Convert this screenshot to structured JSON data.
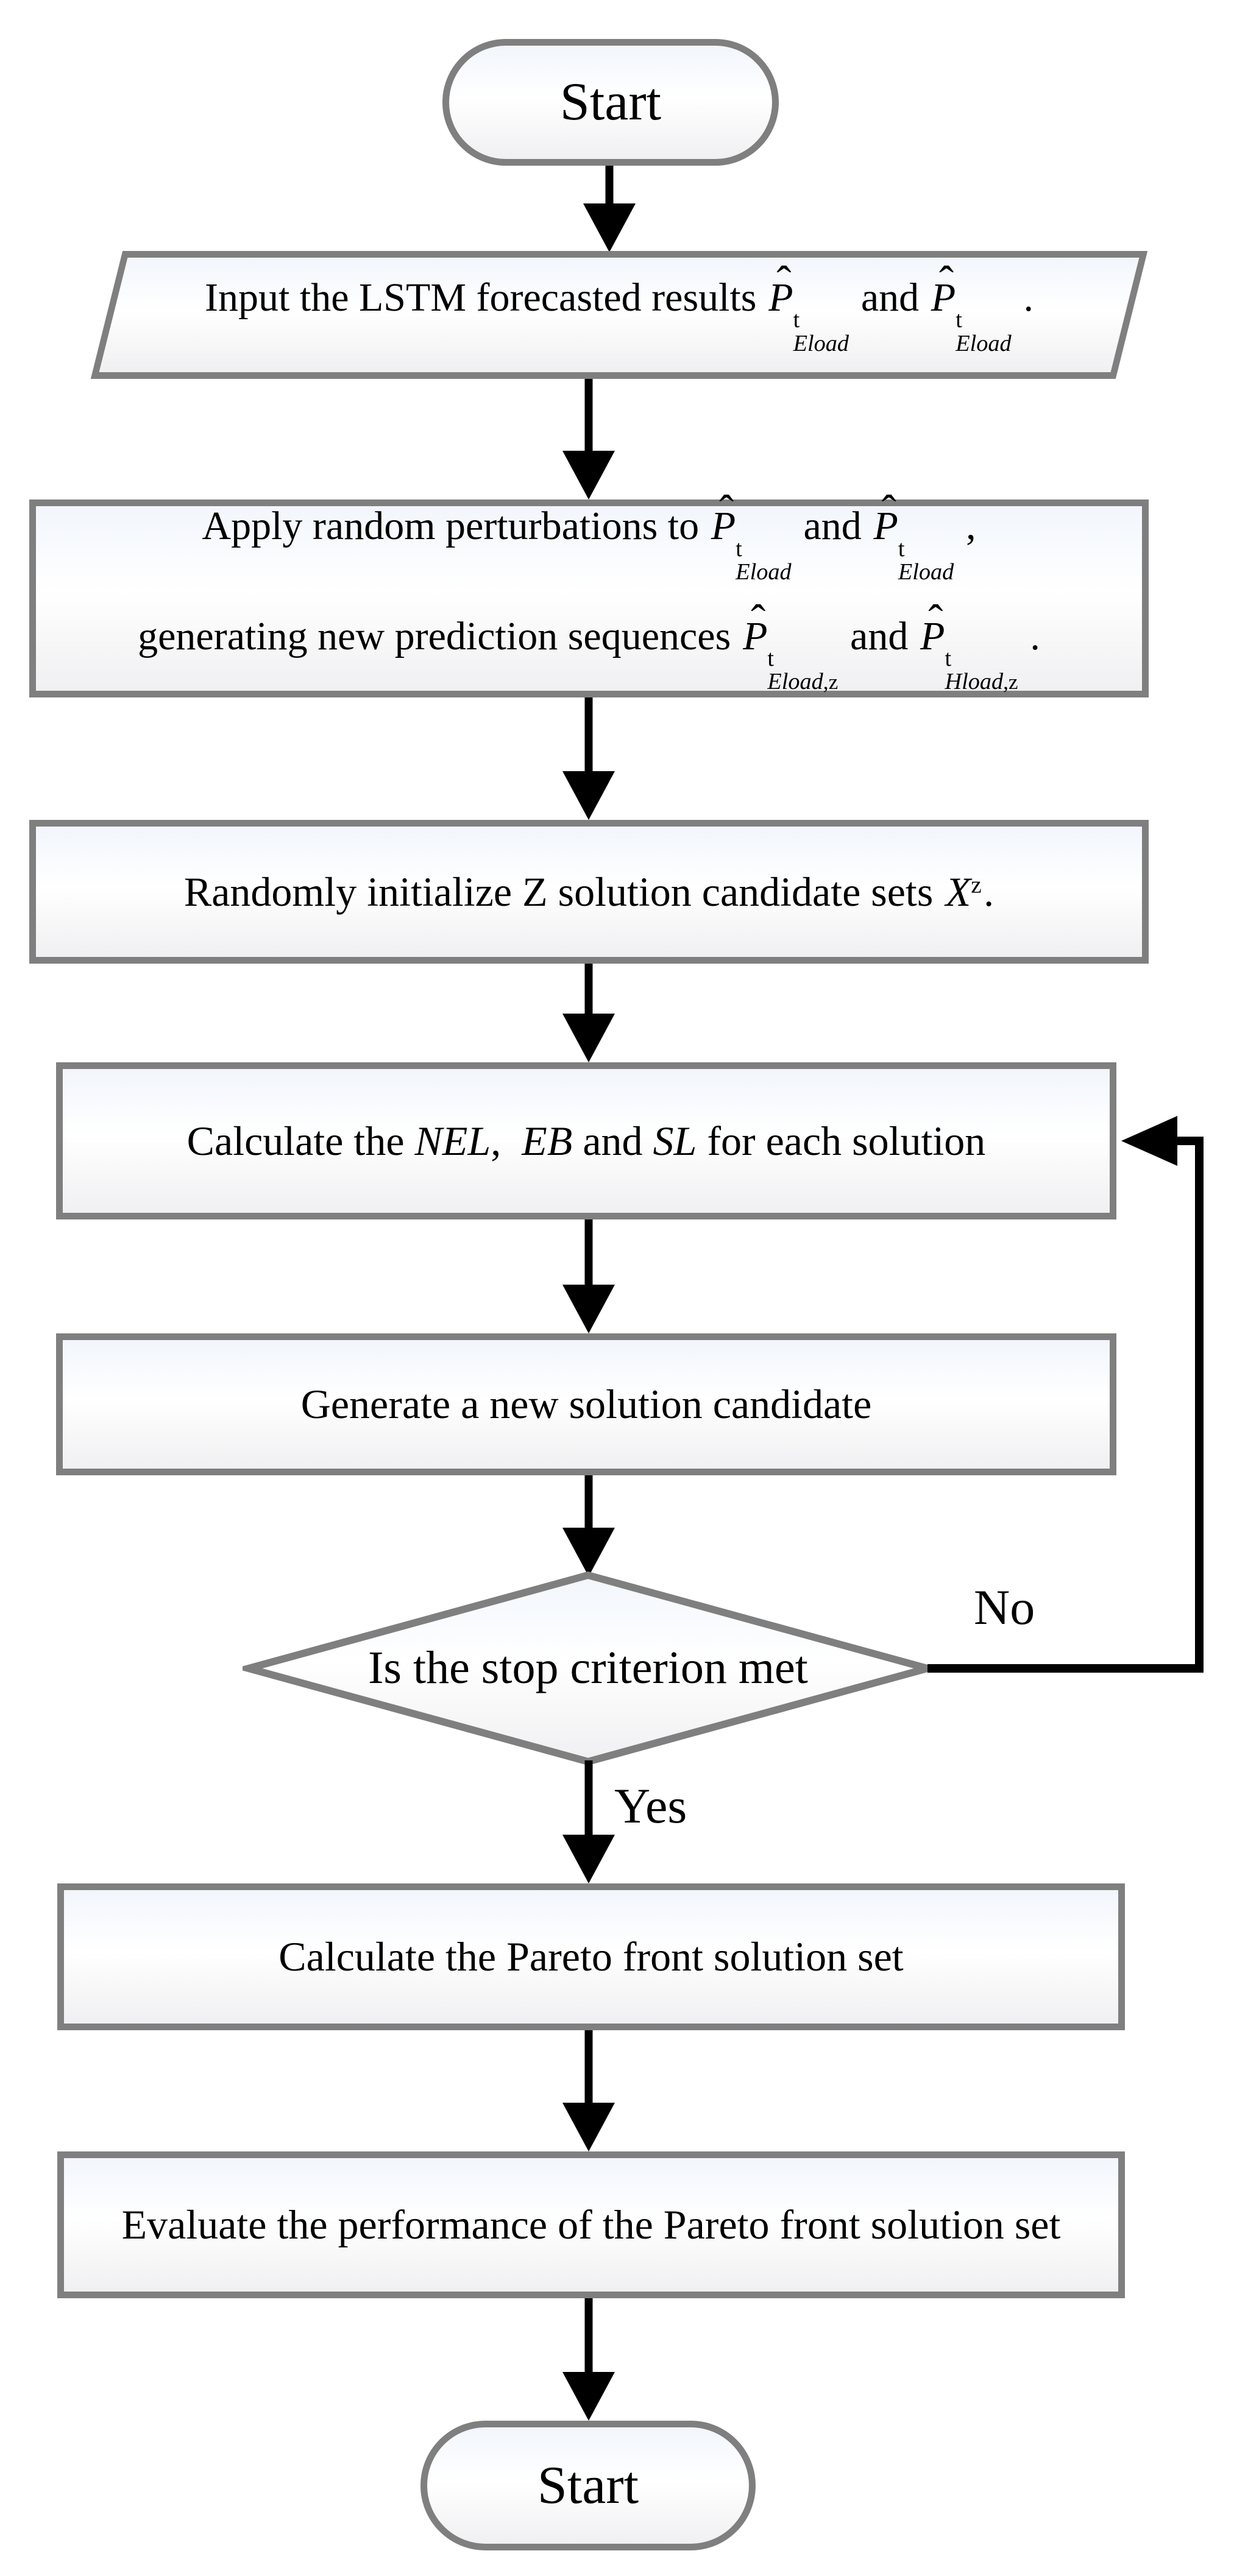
{
  "colors": {
    "border": "#7f7f7f",
    "arrow": "#000000",
    "text": "#000000",
    "fill_top": "#f2f6fc",
    "fill_mid": "#ffffff",
    "fill_bot": "#f0f0f2"
  },
  "nodes": {
    "start_top": {
      "label": "Start"
    },
    "input": {
      "line": [
        {
          "t": "Input the LSTM forecasted results "
        },
        {
          "m": {
            "base": "P",
            "hat": true,
            "sup": "t",
            "sub": "Eload"
          }
        },
        {
          "t": " and "
        },
        {
          "m": {
            "base": "P",
            "hat": true,
            "sup": "t",
            "sub": "Eload"
          }
        },
        {
          "t": " ."
        }
      ]
    },
    "perturb": {
      "line1": [
        {
          "t": "Apply random perturbations to "
        },
        {
          "m": {
            "base": "P",
            "hat": true,
            "sup": "t",
            "sub": "Eload"
          }
        },
        {
          "t": " and "
        },
        {
          "m": {
            "base": "P",
            "hat": true,
            "sup": "t",
            "sub": "Eload"
          }
        },
        {
          "t": " ,"
        }
      ],
      "line2": [
        {
          "t": "generating new prediction sequences "
        },
        {
          "m": {
            "base": "P",
            "hat": true,
            "sup": "t",
            "sub": "Eload",
            "subr": ",z"
          }
        },
        {
          "t": " and "
        },
        {
          "m": {
            "base": "P",
            "hat": true,
            "sup": "t",
            "sub": "Hload",
            "subr": ",z"
          }
        },
        {
          "t": " ."
        }
      ]
    },
    "init": {
      "line": [
        {
          "t": "Randomly initialize Z solution candidate sets "
        },
        {
          "m": {
            "base": "X",
            "sup": "z"
          }
        },
        {
          "t": "."
        }
      ]
    },
    "calc": {
      "line": [
        {
          "t": "Calculate the "
        },
        {
          "i": "NEL"
        },
        {
          "t": ",  "
        },
        {
          "i": "EB"
        },
        {
          "t": " and "
        },
        {
          "i": "SL"
        },
        {
          "t": " for each solution"
        }
      ]
    },
    "generate": {
      "label": "Generate a new solution candidate"
    },
    "decision": {
      "label": "Is the stop criterion met"
    },
    "pareto": {
      "label": "Calculate the Pareto front solution set"
    },
    "evaluate": {
      "label": "Evaluate the performance of the Pareto front solution set"
    },
    "start_bottom": {
      "label": "Start"
    }
  },
  "edge_labels": {
    "no": "No",
    "yes": "Yes"
  }
}
